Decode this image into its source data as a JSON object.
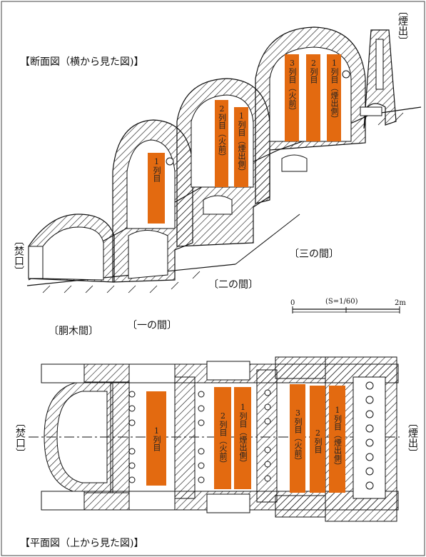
{
  "section_title": "【断面図（横から見た図)】",
  "plan_title": "【平面図（上から見た図)】",
  "chimney_label": "〔煙出〕",
  "firebox_label": "〔焚口〕",
  "rooms": {
    "third": "〔三の間〕",
    "second": "〔二の間〕",
    "first": "〔一の間〕",
    "dougi": "〔胴木間〕"
  },
  "scale": {
    "zero": "0",
    "ratio": "(S=1/60)",
    "end": "2m"
  },
  "rows": {
    "r1": "1列目",
    "r2_fire": "2列目（火前）",
    "r1_chimney": "1列目（煙出側）",
    "r3_fire": "3列目（火前）",
    "r2": "2列目"
  },
  "colors": {
    "rack": "#e36a10",
    "line": "#111111"
  }
}
